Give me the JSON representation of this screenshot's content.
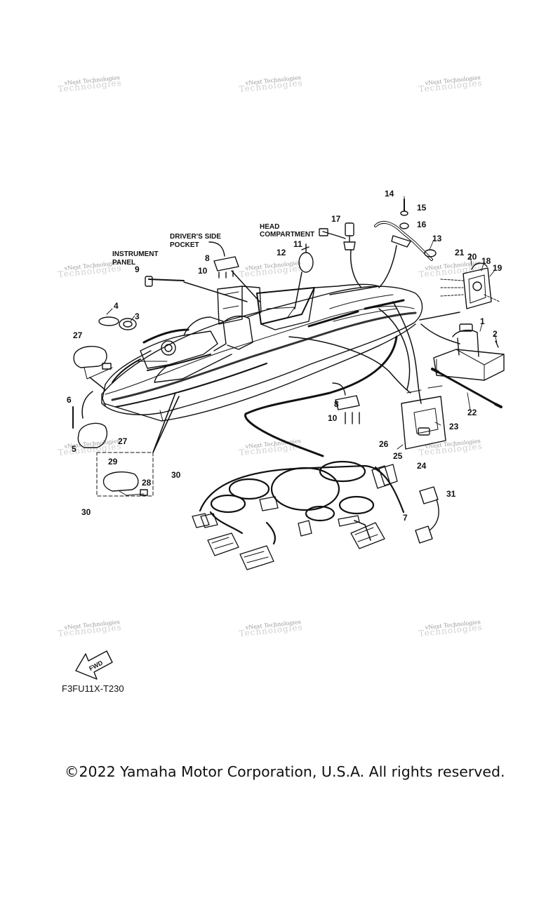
{
  "watermark": {
    "line1": "vNext Technologies",
    "line2": "Technologies"
  },
  "labels": {
    "instrument_panel": [
      "INSTRUMENT",
      "PANEL"
    ],
    "drivers_side_pocket": [
      "DRIVER'S SIDE",
      "POCKET"
    ],
    "head_compartment": [
      "HEAD",
      "COMPARTMENT"
    ]
  },
  "part_numbers": [
    "1",
    "2",
    "3",
    "4",
    "5",
    "6",
    "7",
    "8",
    "8",
    "9",
    "10",
    "10",
    "11",
    "12",
    "13",
    "14",
    "15",
    "16",
    "17",
    "18",
    "19",
    "20",
    "21",
    "22",
    "23",
    "24",
    "25",
    "26",
    "27",
    "27",
    "28",
    "29",
    "30",
    "30",
    "31"
  ],
  "forward_arrow": "FWD",
  "diagram_code": "F3FU11X-T230",
  "copyright": "©2022 Yamaha Motor Corporation, U.S.A. All rights reserved."
}
